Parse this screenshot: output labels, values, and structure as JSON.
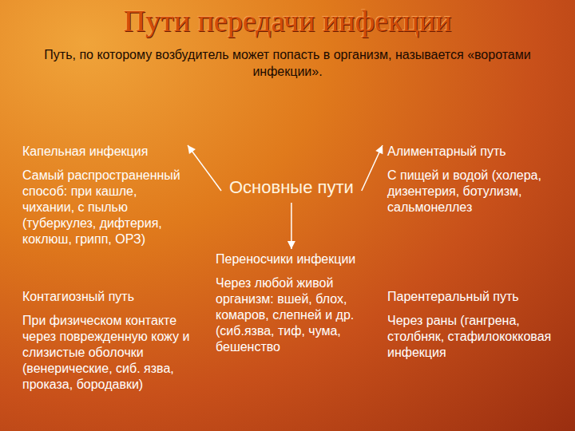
{
  "diagram": {
    "title": "Пути передачи инфекции",
    "nodes": [
      {
        "text": [
          "Капельная инфекция",
          "Самый распространенный способ: при кашле, чихании, с пылью (туберкулез, дифтерия, коклюш, грипп, ОРЗ)"
        ]
      },
      {
        "text": [
          "Основные пути"
        ]
      },
      {
        "text": [
          "Алиментарный путь",
          "С пищей и водой (холера, дизентерия, ботулизм, сальмонеллез"
        ]
      },
      {
        "text": [
          "Переносчики инфекции",
          "Через любой живой организм: вшей, блох, комаров, слепней и др. (сиб.язва, тиф, чума, бешенство"
        ]
      },
      {
        "text": [
          "Контагиозный путь",
          "При физическом контакте через поврежденную кожу и слизистые оболочки (венерические, сиб. язва, проказа, бородавки)"
        ]
      },
      {
        "text": [
          "Парентеральный путь",
          "Через раны (гангрена, столбняк, стафилококковая инфекция"
        ]
      }
    ],
    "edges": [
      {
        "from": 1,
        "to": 0,
        "arrow": "to"
      },
      {
        "from": 1,
        "to": 2,
        "arrow": "to"
      },
      {
        "from": 1,
        "to": 3,
        "arrow": "to"
      }
    ],
    "labels": [
      "Путь, по которому возбудитель может попасть в организм, называется «воротами инфекции»."
    ]
  }
}
